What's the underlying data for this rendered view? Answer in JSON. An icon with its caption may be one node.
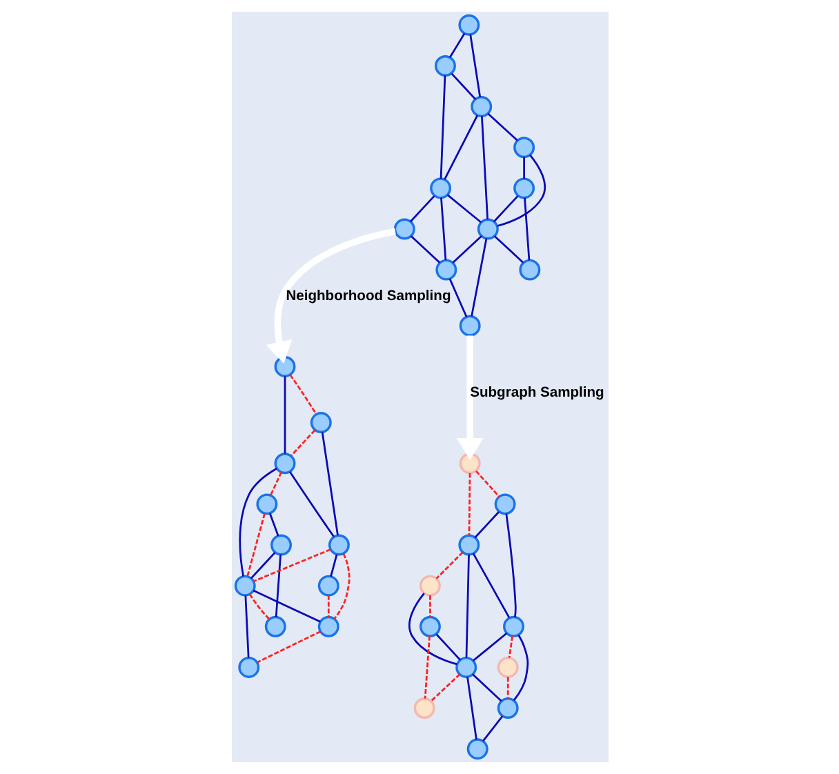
{
  "diagram": {
    "nodes": [
      {
        "text": [],
        "shape": "circle"
      },
      {
        "text": [],
        "shape": "circle"
      },
      {
        "text": [],
        "shape": "circle"
      },
      {
        "text": [],
        "shape": "circle"
      },
      {
        "text": [],
        "shape": "circle"
      },
      {
        "text": [],
        "shape": "circle"
      },
      {
        "text": [],
        "shape": "circle"
      },
      {
        "text": [],
        "shape": "circle"
      },
      {
        "text": [],
        "shape": "circle"
      },
      {
        "text": [],
        "shape": "circle"
      },
      {
        "text": [],
        "shape": "circle"
      },
      {
        "text": [],
        "shape": "circle"
      },
      {
        "text": [],
        "shape": "circle"
      },
      {
        "text": [],
        "shape": "circle"
      },
      {
        "text": [],
        "shape": "circle"
      },
      {
        "text": [],
        "shape": "circle"
      },
      {
        "text": [],
        "shape": "circle"
      },
      {
        "text": [],
        "shape": "circle"
      },
      {
        "text": [],
        "shape": "circle"
      },
      {
        "text": [],
        "shape": "circle"
      },
      {
        "text": [],
        "shape": "circle"
      },
      {
        "text": [],
        "shape": "circle"
      },
      {
        "text": [],
        "shape": "circle"
      },
      {
        "text": [],
        "shape": "circle"
      },
      {
        "text": [],
        "shape": "circle"
      },
      {
        "text": [],
        "shape": "circle"
      },
      {
        "text": [],
        "shape": "circle"
      },
      {
        "text": [],
        "shape": "circle"
      },
      {
        "text": [],
        "shape": "circle"
      },
      {
        "text": [],
        "shape": "circle"
      },
      {
        "text": [],
        "shape": "circle"
      },
      {
        "text": [],
        "shape": "circle"
      },
      {
        "text": [],
        "shape": "circle"
      }
    ],
    "edges": [
      {
        "from": 0,
        "to": 1,
        "arrow": "none"
      },
      {
        "from": 0,
        "to": 2,
        "arrow": "none"
      },
      {
        "from": 1,
        "to": 2,
        "arrow": "none"
      },
      {
        "from": 1,
        "to": 5,
        "arrow": "none"
      },
      {
        "from": 2,
        "to": 5,
        "arrow": "none"
      },
      {
        "from": 2,
        "to": 3,
        "arrow": "none"
      },
      {
        "from": 2,
        "to": 6,
        "arrow": "none"
      },
      {
        "from": 3,
        "to": 6,
        "arrow": "none"
      },
      {
        "from": 3,
        "to": 4,
        "arrow": "none"
      },
      {
        "from": 4,
        "to": 6,
        "arrow": "none"
      },
      {
        "from": 4,
        "to": 7,
        "arrow": "none"
      },
      {
        "from": 5,
        "to": 6,
        "arrow": "none"
      },
      {
        "from": 5,
        "to": 8,
        "arrow": "none"
      },
      {
        "from": 5,
        "to": 9,
        "arrow": "none"
      },
      {
        "from": 6,
        "to": 7,
        "arrow": "none"
      },
      {
        "from": 6,
        "to": 9,
        "arrow": "none"
      },
      {
        "from": 6,
        "to": 10,
        "arrow": "none"
      },
      {
        "from": 8,
        "to": 9,
        "arrow": "none"
      },
      {
        "from": 9,
        "to": 10,
        "arrow": "none"
      },
      {
        "from": 8,
        "to": 11,
        "arrow": "to",
        "label": "Neighborhood Sampling",
        "style": "thick",
        "color": "#ffffff"
      },
      {
        "from": 10,
        "to": 22,
        "arrow": "to",
        "label": "Subgraph Sampling",
        "style": "thick",
        "color": "#ffffff"
      },
      {
        "from": 11,
        "to": 12,
        "arrow": "none",
        "style": "dashed",
        "color": "#ff2020"
      },
      {
        "from": 11,
        "to": 13,
        "arrow": "none"
      },
      {
        "from": 12,
        "to": 13,
        "arrow": "none",
        "style": "dashed",
        "color": "#ff2020"
      },
      {
        "from": 12,
        "to": 16,
        "arrow": "none"
      },
      {
        "from": 13,
        "to": 16,
        "arrow": "none"
      },
      {
        "from": 13,
        "to": 14,
        "arrow": "none",
        "style": "dashed",
        "color": "#ff2020"
      },
      {
        "from": 13,
        "to": 17,
        "arrow": "none"
      },
      {
        "from": 14,
        "to": 17,
        "arrow": "none",
        "style": "dashed",
        "color": "#ff2020"
      },
      {
        "from": 14,
        "to": 15,
        "arrow": "none"
      },
      {
        "from": 15,
        "to": 17,
        "arrow": "none"
      },
      {
        "from": 15,
        "to": 18,
        "arrow": "none"
      },
      {
        "from": 16,
        "to": 17,
        "arrow": "none",
        "style": "dashed",
        "color": "#ff2020"
      },
      {
        "from": 16,
        "to": 19,
        "arrow": "none"
      },
      {
        "from": 16,
        "to": 20,
        "arrow": "none",
        "style": "dashed",
        "color": "#ff2020"
      },
      {
        "from": 17,
        "to": 18,
        "arrow": "none",
        "style": "dashed",
        "color": "#ff2020"
      },
      {
        "from": 17,
        "to": 20,
        "arrow": "none"
      },
      {
        "from": 17,
        "to": 21,
        "arrow": "none"
      },
      {
        "from": 19,
        "to": 20,
        "arrow": "none",
        "style": "dashed",
        "color": "#ff2020"
      },
      {
        "from": 20,
        "to": 21,
        "arrow": "none",
        "style": "dashed",
        "color": "#ff2020"
      },
      {
        "from": 22,
        "to": 23,
        "arrow": "none",
        "style": "dashed",
        "color": "#ff2020"
      },
      {
        "from": 22,
        "to": 24,
        "arrow": "none",
        "style": "dashed",
        "color": "#ff2020"
      },
      {
        "from": 23,
        "to": 24,
        "arrow": "none"
      },
      {
        "from": 23,
        "to": 27,
        "arrow": "none"
      },
      {
        "from": 24,
        "to": 27,
        "arrow": "none"
      },
      {
        "from": 24,
        "to": 25,
        "arrow": "none",
        "style": "dashed",
        "color": "#ff2020"
      },
      {
        "from": 24,
        "to": 28,
        "arrow": "none"
      },
      {
        "from": 25,
        "to": 28,
        "arrow": "none"
      },
      {
        "from": 25,
        "to": 26,
        "arrow": "none",
        "style": "dashed",
        "color": "#ff2020"
      },
      {
        "from": 26,
        "to": 28,
        "arrow": "none"
      },
      {
        "from": 26,
        "to": 29,
        "arrow": "none",
        "style": "dashed",
        "color": "#ff2020"
      },
      {
        "from": 27,
        "to": 28,
        "arrow": "none"
      },
      {
        "from": 27,
        "to": 30,
        "arrow": "none",
        "style": "dashed",
        "color": "#ff2020"
      },
      {
        "from": 27,
        "to": 31,
        "arrow": "none"
      },
      {
        "from": 28,
        "to": 29,
        "arrow": "none",
        "style": "dashed",
        "color": "#ff2020"
      },
      {
        "from": 28,
        "to": 31,
        "arrow": "none"
      },
      {
        "from": 28,
        "to": 32,
        "arrow": "none"
      },
      {
        "from": 30,
        "to": 31,
        "arrow": "none",
        "style": "dashed",
        "color": "#ff2020"
      },
      {
        "from": 31,
        "to": 32,
        "arrow": "none"
      }
    ]
  }
}
